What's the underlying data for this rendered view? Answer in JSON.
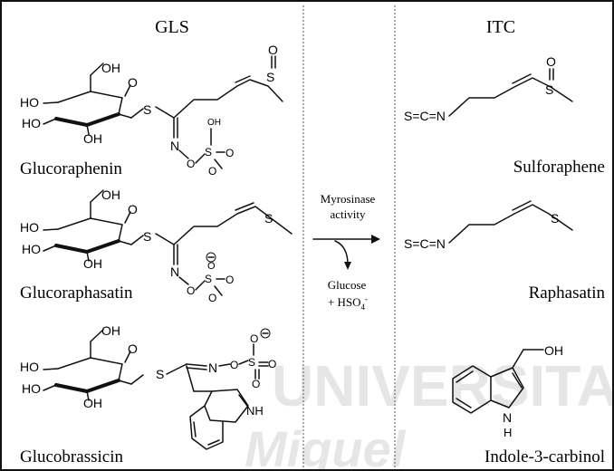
{
  "header": {
    "left": "GLS",
    "right": "ITC"
  },
  "reaction": {
    "enzyme_line1": "Myrosinase",
    "enzyme_line2": "activity",
    "byproduct_line1": "Glucose",
    "byproduct_line2": "+ HSO",
    "byproduct_sub": "4",
    "byproduct_sup": "-"
  },
  "compounds_left": [
    {
      "name": "Glucoraphenin"
    },
    {
      "name": "Glucoraphasatin"
    },
    {
      "name": "Glucobrassicin"
    }
  ],
  "compounds_right": [
    {
      "name": "Sulforaphene"
    },
    {
      "name": "Raphasatin"
    },
    {
      "name": "Indole-3-carbinol"
    }
  ],
  "atoms": {
    "OH": "OH",
    "HO": "HO",
    "O": "O",
    "S": "S",
    "N": "N",
    "C": "C",
    "NH": "NH",
    "H": "H",
    "minus": "⊖",
    "isothiocyanate": "S=C=N"
  },
  "watermark": {
    "line1": "UNIVERSITAS",
    "line2": "Miguel"
  },
  "colors": {
    "ink": "#111111",
    "watermark": "#e6e6e6",
    "divider": "#555555"
  }
}
